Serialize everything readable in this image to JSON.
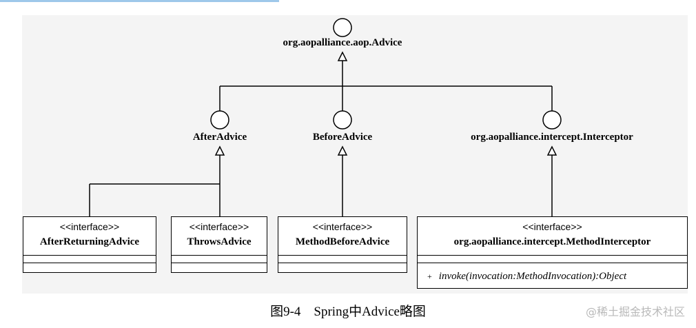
{
  "interfaces": {
    "advice": "org.aopalliance.aop.Advice",
    "after_advice": "AfterAdvice",
    "before_advice": "BeforeAdvice",
    "interceptor": "org.aopalliance.intercept.Interceptor"
  },
  "classes": {
    "after_returning": {
      "stereotype": "<<interface>>",
      "name": "AfterReturningAdvice"
    },
    "throws": {
      "stereotype": "<<interface>>",
      "name": "ThrowsAdvice"
    },
    "method_before": {
      "stereotype": "<<interface>>",
      "name": "MethodBeforeAdvice"
    },
    "method_interceptor": {
      "stereotype": "<<interface>>",
      "name": "org.aopalliance.intercept.MethodInterceptor",
      "method_visibility": "+",
      "method": "invoke(invocation:MethodInvocation):Object"
    }
  },
  "caption": "图9-4　Spring中Advice略图",
  "watermark": "@稀土掘金技术社区"
}
